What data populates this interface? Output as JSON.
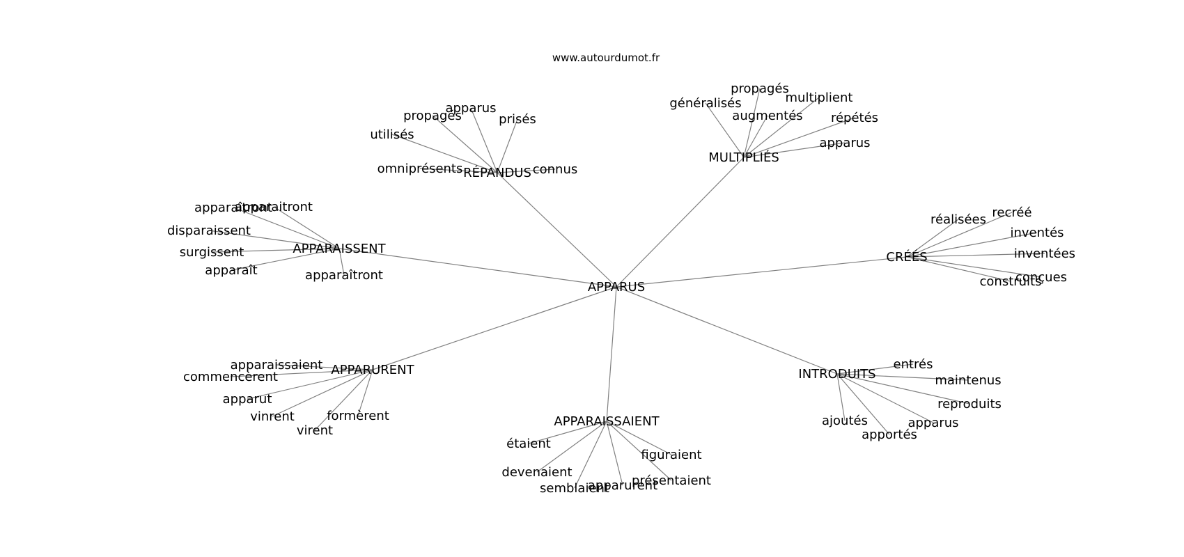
{
  "site_title": "www.autourdumot.fr",
  "colors": {
    "edge": "#808080",
    "text": "#000000",
    "background": "#ffffff"
  },
  "graph": {
    "center": "APPARUS",
    "clusters": [
      {
        "label": "RÉPANDUS",
        "leaves": [
          "apparus",
          "propagés",
          "prisés",
          "utilisés",
          "omniprésents",
          "connus"
        ]
      },
      {
        "label": "MULTIPLIÉS",
        "leaves": [
          "propagés",
          "généralisés",
          "multiplient",
          "augmentés",
          "répétés",
          "apparus"
        ]
      },
      {
        "label": "APPARAISSENT",
        "leaves": [
          "apparaîtront",
          "apparaitront",
          "disparaissent",
          "surgissent",
          "apparaît",
          "apparaîtront"
        ]
      },
      {
        "label": "CRÉÉS",
        "leaves": [
          "réalisées",
          "recréé",
          "inventés",
          "inventées",
          "conçues",
          "construits"
        ]
      },
      {
        "label": "APPARURENT",
        "leaves": [
          "apparaissaient",
          "commencèrent",
          "apparut",
          "vinrent",
          "formèrent",
          "virent"
        ]
      },
      {
        "label": "INTRODUITS",
        "leaves": [
          "entrés",
          "maintenus",
          "reproduits",
          "apparus",
          "ajoutés",
          "apportés"
        ]
      },
      {
        "label": "APPARAISSAIENT",
        "leaves": [
          "étaient",
          "figuraient",
          "devenaient",
          "présentaient",
          "semblaient",
          "apparurent"
        ]
      }
    ]
  }
}
